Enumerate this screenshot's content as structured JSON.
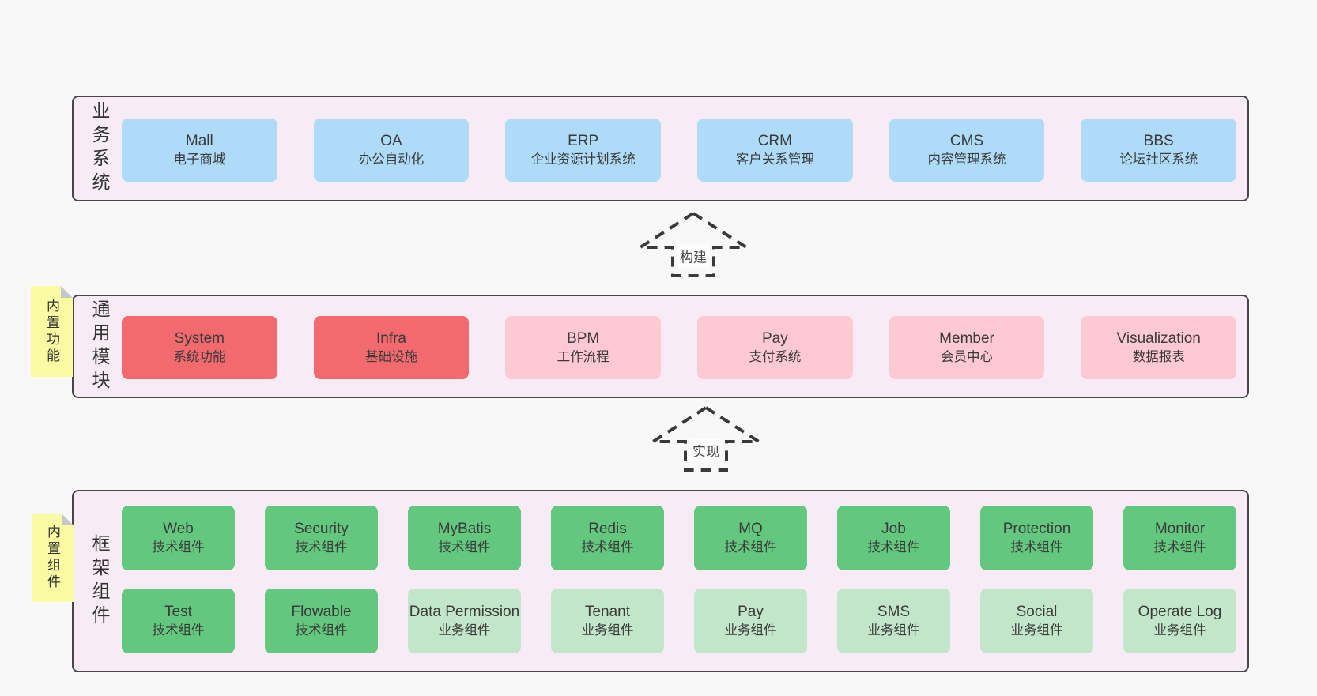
{
  "colors": {
    "canvas": "#f8f8f8",
    "band_bg": "#f7ecf5",
    "band_border": "#4a4549",
    "blue": "#aedcf8",
    "red": "#f2696e",
    "pink": "#ffc9d3",
    "green": "#63c87e",
    "lightgreen": "#c2e6c9",
    "sticky": "#fafaa2",
    "sticky_fold": "#c6c6cd",
    "text": "#3a3a3a",
    "arrow": "#3a3a3a",
    "label_bg": "#fdfdfd"
  },
  "arrows": [
    {
      "label": "构建"
    },
    {
      "label": "实现"
    }
  ],
  "bands": [
    {
      "label": "业务系统",
      "boxes": [
        {
          "name": "Mall",
          "desc": "电子商城"
        },
        {
          "name": "OA",
          "desc": "办公自动化"
        },
        {
          "name": "ERP",
          "desc": "企业资源计划系统"
        },
        {
          "name": "CRM",
          "desc": "客户关系管理"
        },
        {
          "name": "CMS",
          "desc": "内容管理系统"
        },
        {
          "name": "BBS",
          "desc": "论坛社区系统"
        }
      ]
    },
    {
      "label": "通用模块",
      "sticky": "内置功能",
      "boxes": [
        {
          "name": "System",
          "desc": "系统功能"
        },
        {
          "name": "Infra",
          "desc": "基础设施"
        },
        {
          "name": "BPM",
          "desc": "工作流程"
        },
        {
          "name": "Pay",
          "desc": "支付系统"
        },
        {
          "name": "Member",
          "desc": "会员中心"
        },
        {
          "name": "Visualization",
          "desc": "数据报表"
        }
      ]
    },
    {
      "label": "框架组件",
      "sticky": "内置组件",
      "rows": [
        [
          {
            "name": "Web",
            "desc": "技术组件"
          },
          {
            "name": "Security",
            "desc": "技术组件"
          },
          {
            "name": "MyBatis",
            "desc": "技术组件"
          },
          {
            "name": "Redis",
            "desc": "技术组件"
          },
          {
            "name": "MQ",
            "desc": "技术组件"
          },
          {
            "name": "Job",
            "desc": "技术组件"
          },
          {
            "name": "Protection",
            "desc": "技术组件"
          },
          {
            "name": "Monitor",
            "desc": "技术组件"
          }
        ],
        [
          {
            "name": "Test",
            "desc": "技术组件"
          },
          {
            "name": "Flowable",
            "desc": "技术组件"
          },
          {
            "name": "Data Permission",
            "desc": "业务组件"
          },
          {
            "name": "Tenant",
            "desc": "业务组件"
          },
          {
            "name": "Pay",
            "desc": "业务组件"
          },
          {
            "name": "SMS",
            "desc": "业务组件"
          },
          {
            "name": "Social",
            "desc": "业务组件"
          },
          {
            "name": "Operate Log",
            "desc": "业务组件"
          }
        ]
      ]
    }
  ]
}
